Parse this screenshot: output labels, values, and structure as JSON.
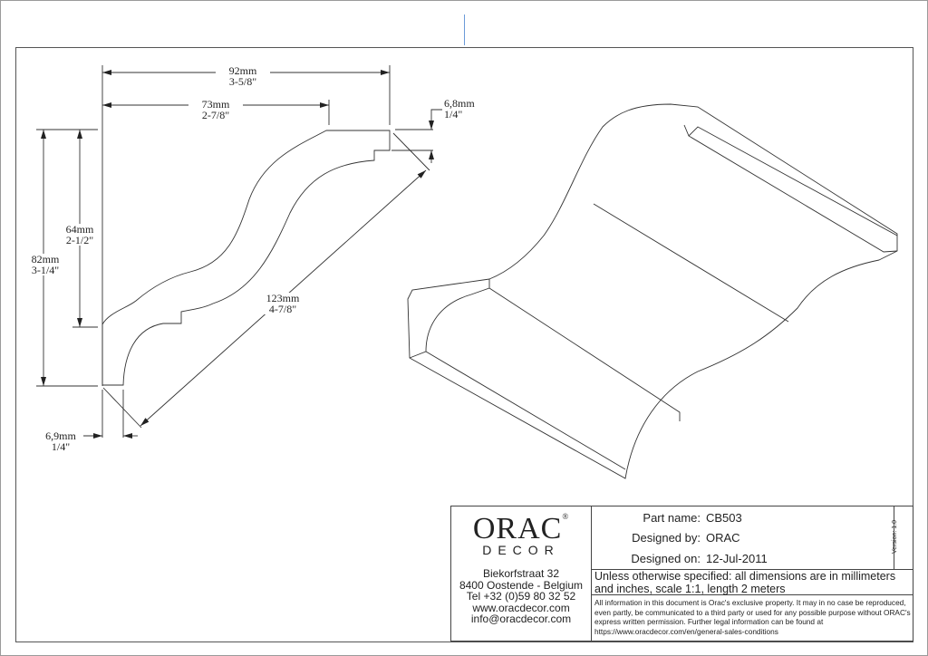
{
  "dimensions": {
    "width_total": {
      "mm": "92mm",
      "in": "3-5/8\""
    },
    "width_top": {
      "mm": "73mm",
      "in": "2-7/8\""
    },
    "top_lip": {
      "mm": "6,8mm",
      "in": "1/4\""
    },
    "height_total": {
      "mm": "82mm",
      "in": "3-1/4\""
    },
    "height_inner": {
      "mm": "64mm",
      "in": "2-1/2\""
    },
    "diagonal": {
      "mm": "123mm",
      "in": "4-7/8\""
    },
    "bottom_lip": {
      "mm": "6,9mm",
      "in": "1/4\""
    }
  },
  "title_block": {
    "logo_main": "ORAC",
    "logo_sub": "DECOR",
    "address": [
      "Biekorfstraat 32",
      "8400 Oostende - Belgium",
      "Tel  +32 (0)59 80 32 52",
      "www.oracdecor.com",
      "info@oracdecor.com"
    ],
    "part_name_label": "Part name:",
    "part_name": "CB503",
    "designed_by_label": "Designed by:",
    "designed_by": "ORAC",
    "designed_on_label": "Designed on:",
    "designed_on": "12-Jul-2011",
    "version": "Version: 1.0",
    "spec_note": "Unless otherwise specified: all dimensions are in millimeters and inches, scale 1:1, length 2 meters",
    "legal": "All information in this document is Orac's exclusive property.  It may in no case be reproduced, even partly, be communicated to a third party or used for any possible purpose without ORAC's express written permission. Further legal information can be found at https://www.oracdecor.com/en/general-sales-conditions"
  }
}
